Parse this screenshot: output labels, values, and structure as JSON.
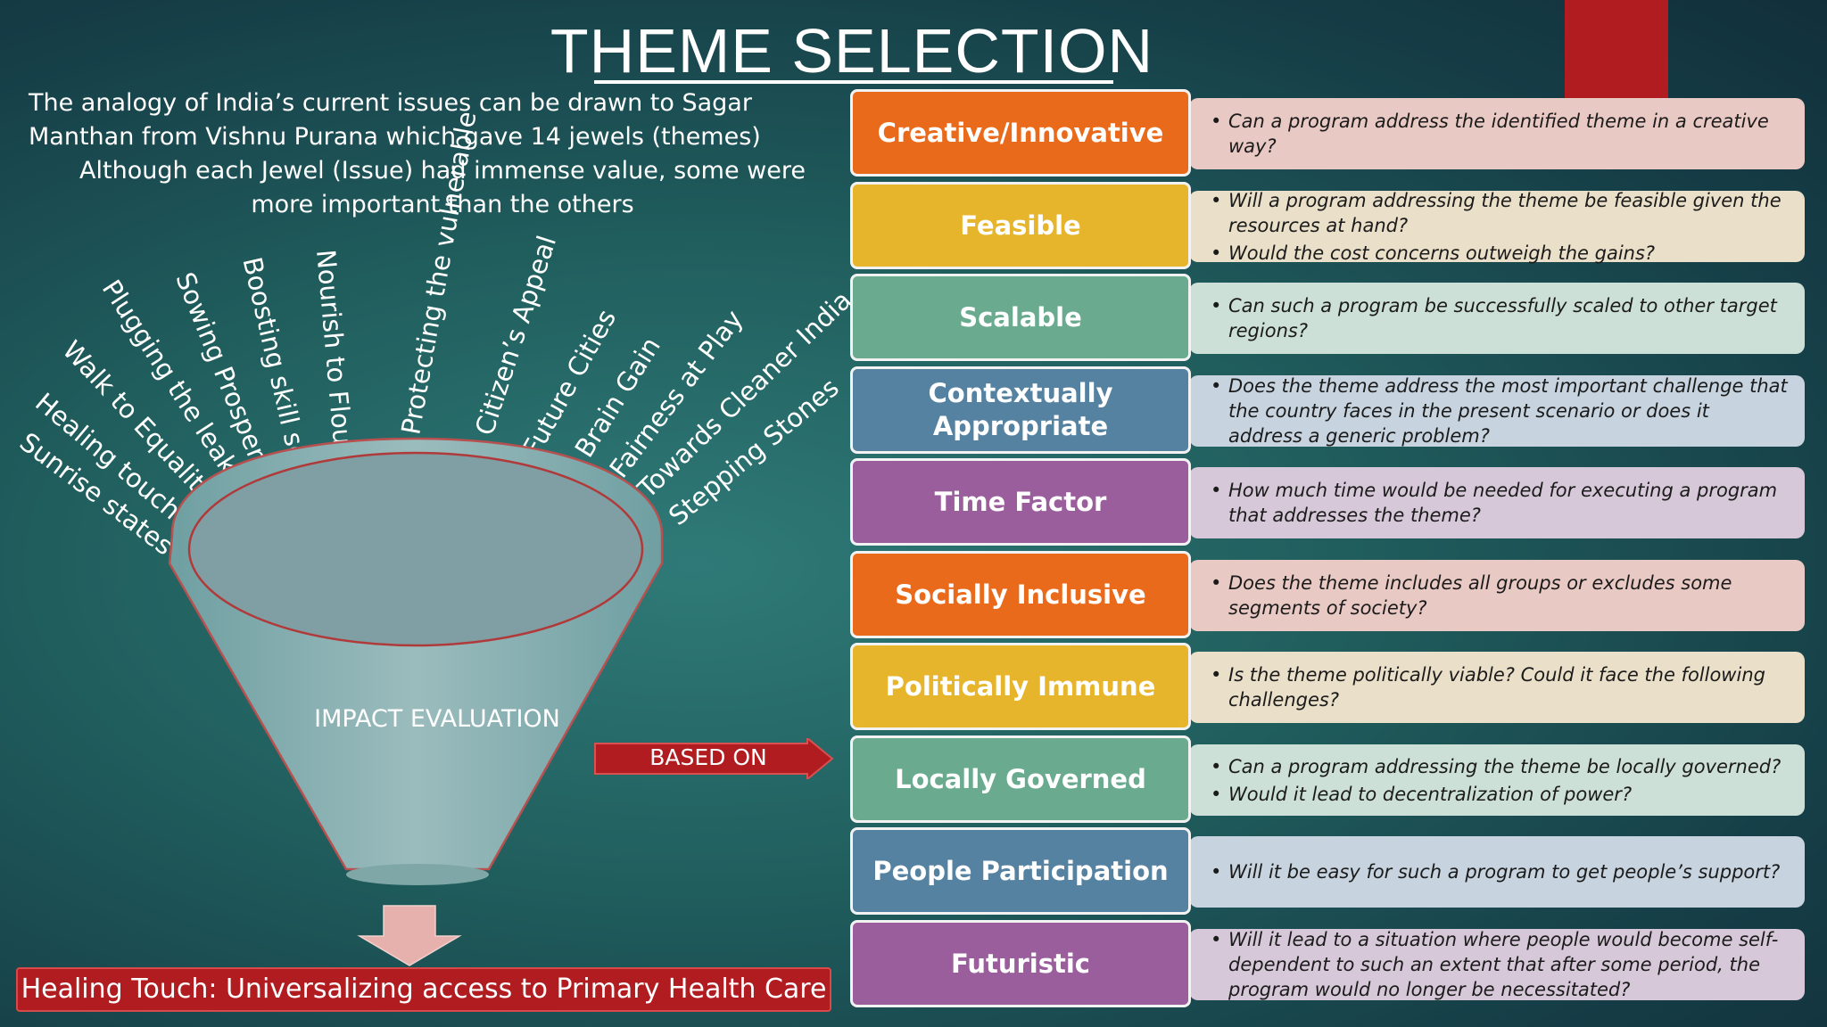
{
  "title": "THEME SELECTION",
  "intro": {
    "line1": "The analogy of India’s current issues can be drawn to Sagar Manthan from Vishnu Purana which gave 14 jewels (themes)",
    "line2": "Although each Jewel (Issue) had immense value, some were more important than the others"
  },
  "jewels": [
    "Sunrise states",
    "Healing touch",
    "Walk to Equality",
    "Plugging the leaks",
    "Sowing Prosperity",
    "Boosting skill sets",
    "Nourish to Flourish",
    "Protecting the vulnerable",
    "Citizen’s Appeal",
    "Future Cities",
    "Brain Gain",
    "Fairness at Play",
    "Towards Cleaner India",
    "Stepping Stones"
  ],
  "funnel": {
    "label": "IMPACT EVALUATION",
    "arrow_label": "BASED ON"
  },
  "result": "Healing Touch: Universalizing access to Primary Health Care",
  "criteria": [
    {
      "label": "Creative/Innovative",
      "color": "#ea6a1b",
      "desc_bg": "#e9c9c4",
      "bullets": [
        "Can a program address the identified theme in a creative way?"
      ]
    },
    {
      "label": "Feasible",
      "color": "#e6b52c",
      "desc_bg": "#eadfc8",
      "bullets": [
        "Will a program addressing the theme be feasible given the resources at hand?",
        "Would the cost concerns outweigh the gains?"
      ]
    },
    {
      "label": "Scalable",
      "color": "#6aab90",
      "desc_bg": "#cde0d8",
      "bullets": [
        "Can such a program be successfully scaled to other target regions?"
      ]
    },
    {
      "label": "Contextually Appropriate",
      "color": "#5582a1",
      "desc_bg": "#c7d4df",
      "bullets": [
        "Does the theme address the most important challenge that the country faces in the present scenario or does it address a generic problem?"
      ]
    },
    {
      "label": "Time Factor",
      "color": "#9b5e9c",
      "desc_bg": "#d6c8d8",
      "bullets": [
        "How much time would be needed for executing a program that addresses the theme?"
      ]
    },
    {
      "label": "Socially Inclusive",
      "color": "#ea6a1b",
      "desc_bg": "#e9c9c4",
      "bullets": [
        "Does the theme includes all groups or excludes some segments of society?"
      ]
    },
    {
      "label": "Politically Immune",
      "color": "#e6b52c",
      "desc_bg": "#eadfc8",
      "bullets": [
        "Is the theme politically viable? Could it face the following challenges?"
      ]
    },
    {
      "label": "Locally Governed",
      "color": "#6aab90",
      "desc_bg": "#cde0d8",
      "bullets": [
        "Can a program addressing the theme be locally governed?",
        "Would it lead to decentralization of power?"
      ]
    },
    {
      "label": "People Participation",
      "color": "#5582a1",
      "desc_bg": "#c7d4df",
      "bullets": [
        "Will it be easy for such a program to get people’s support?"
      ]
    },
    {
      "label": "Futuristic",
      "color": "#9b5e9c",
      "desc_bg": "#d6c8d8",
      "bullets": [
        "Will it lead to a situation where people would become self-dependent to such an extent that after some period, the program would no longer be necessitated?"
      ]
    }
  ]
}
